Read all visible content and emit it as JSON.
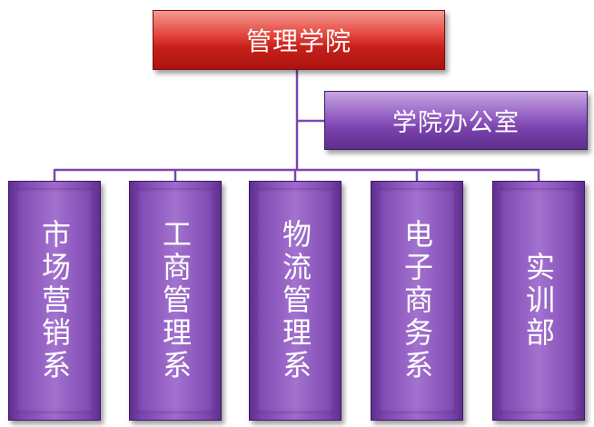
{
  "chart": {
    "root": "管理学院",
    "office": "学院办公室",
    "departments": [
      "市场营销系",
      "工商管理系",
      "物流管理系",
      "电子商务系",
      "实训部"
    ]
  },
  "colors": {
    "root_fill": "#c8201a",
    "node_fill": "#7a42ad",
    "connector": "#7d46b0",
    "text": "#ffffff"
  }
}
